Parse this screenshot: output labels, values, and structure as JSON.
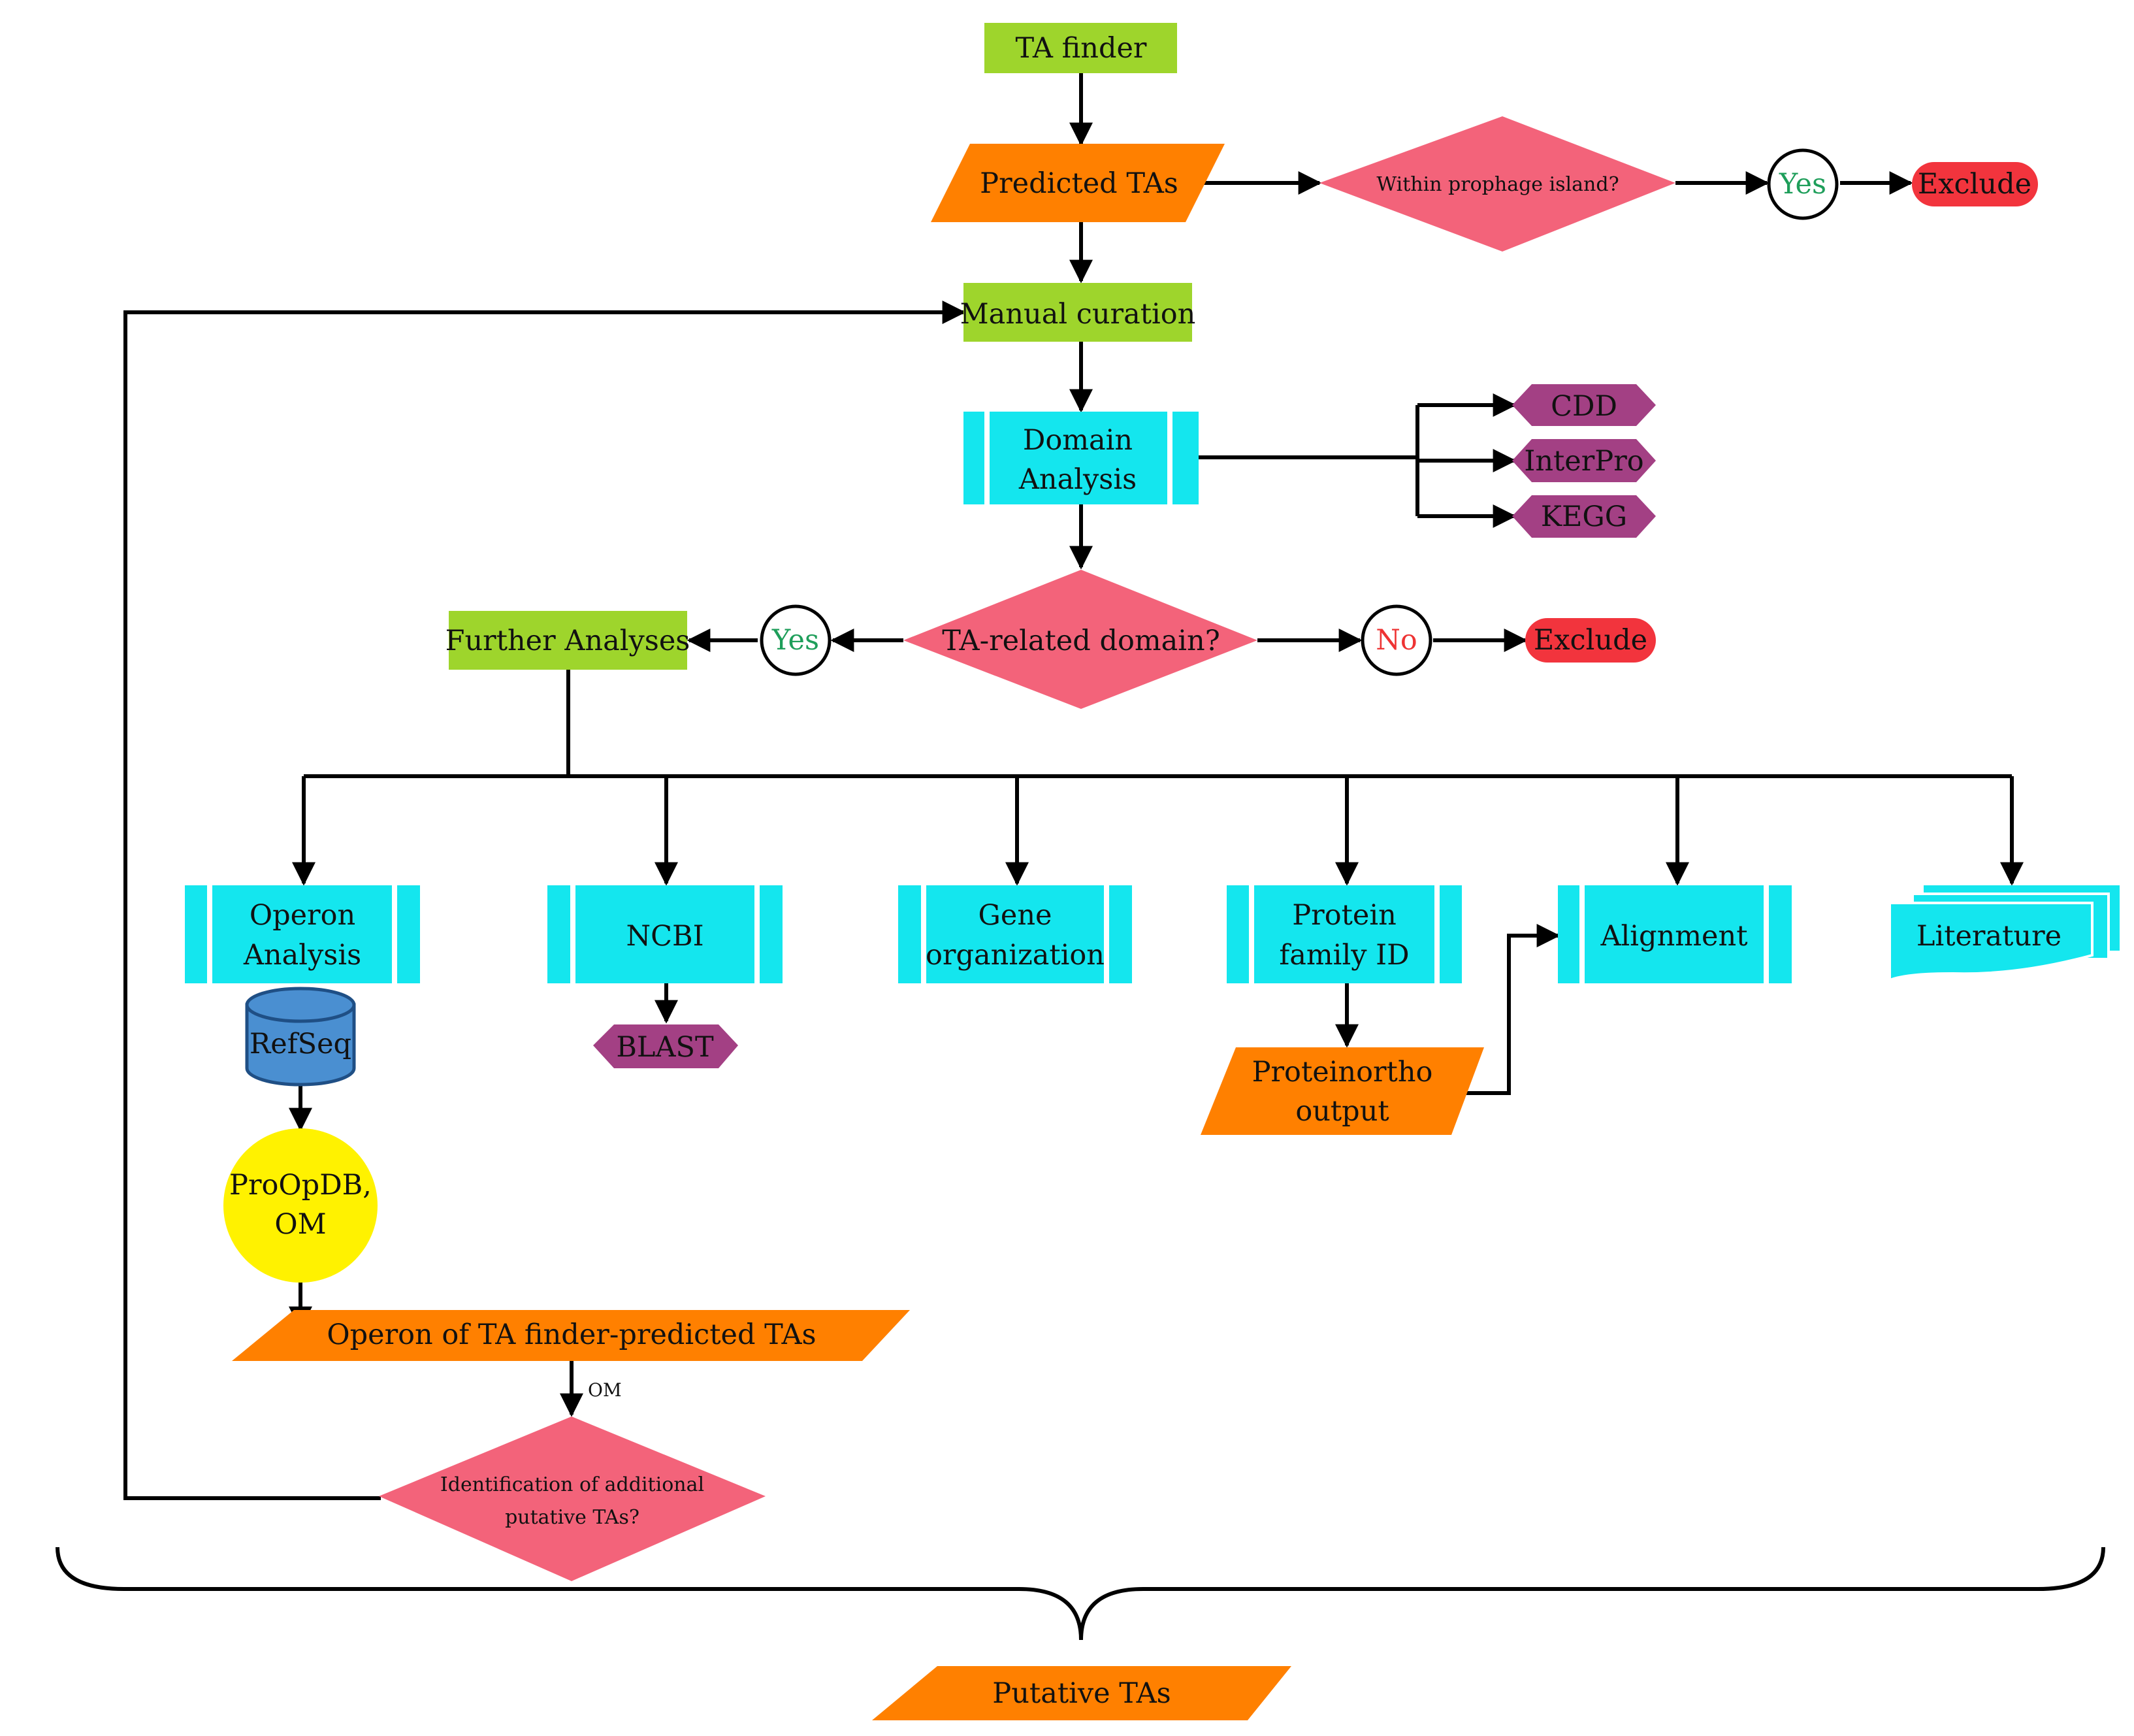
{
  "nodes": {
    "ta_finder": "TA finder",
    "predicted_tas": "Predicted TAs",
    "prophage_question": "Within prophage island?",
    "prophage_yes": "Yes",
    "exclude_top": "Exclude",
    "manual_curation": "Manual curation",
    "domain_analysis": [
      "Domain",
      "Analysis"
    ],
    "cdd": "CDD",
    "interpro": "InterPro",
    "kegg": "KEGG",
    "ta_domain_question": "TA-related domain?",
    "domain_yes": "Yes",
    "domain_no": "No",
    "exclude_mid": "Exclude",
    "further_analyses": "Further Analyses",
    "operon_analysis": [
      "Operon",
      "Analysis"
    ],
    "ncbi": "NCBI",
    "gene_organization": [
      "Gene",
      "organization"
    ],
    "protein_family_id": [
      "Protein",
      "family ID"
    ],
    "alignment": "Alignment",
    "literature": "Literature",
    "refseq": "RefSeq",
    "blast": "BLAST",
    "proteinortho_output": [
      "Proteinortho",
      "output"
    ],
    "proopdb": [
      "ProOpDB,",
      "OM"
    ],
    "operon_ta": "Operon of TA finder-predicted TAs",
    "om_edge_label": "OM",
    "additional_question": [
      "Identification of additional",
      "putative TAs?"
    ],
    "putative_tas": "Putative TAs"
  },
  "colors": {
    "green_process": "#9ed52c",
    "orange_io": "#ff8000",
    "pink_decision": "#f3637a",
    "cyan_subprocess": "#14e6ee",
    "purple_db": "#a34084",
    "red_terminal": "#f2343d",
    "blue_storage": "#4a8fd1",
    "yellow_circle": "#fff200",
    "yes_text": "#1e9e5a",
    "no_text": "#ee3333"
  }
}
